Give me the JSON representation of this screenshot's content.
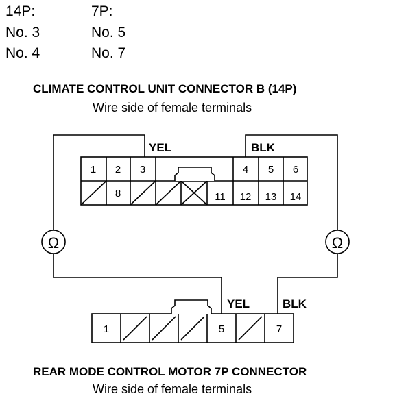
{
  "pin_table": {
    "header_14p": "14P:",
    "header_7p": "7P:",
    "row1_14p": "No. 3",
    "row1_7p": "No. 5",
    "row2_14p": "No. 4",
    "row2_7p": "No. 7"
  },
  "connector_b": {
    "title": "CLIMATE CONTROL UNIT CONNECTOR B (14P)",
    "subtitle": "Wire side of female terminals",
    "wire_left": "YEL",
    "wire_right": "BLK",
    "top_row": [
      "1",
      "2",
      "3",
      "4",
      "5",
      "6"
    ],
    "bottom_row": [
      "8",
      "11",
      "12",
      "13",
      "14"
    ]
  },
  "motor_connector": {
    "title": "REAR MODE CONTROL MOTOR 7P CONNECTOR",
    "subtitle": "Wire side of female terminals",
    "wire_left": "YEL",
    "wire_right": "BLK",
    "pins": [
      "1",
      "5",
      "7"
    ]
  },
  "meters": {
    "left_symbol": "Ω",
    "right_symbol": "Ω"
  }
}
